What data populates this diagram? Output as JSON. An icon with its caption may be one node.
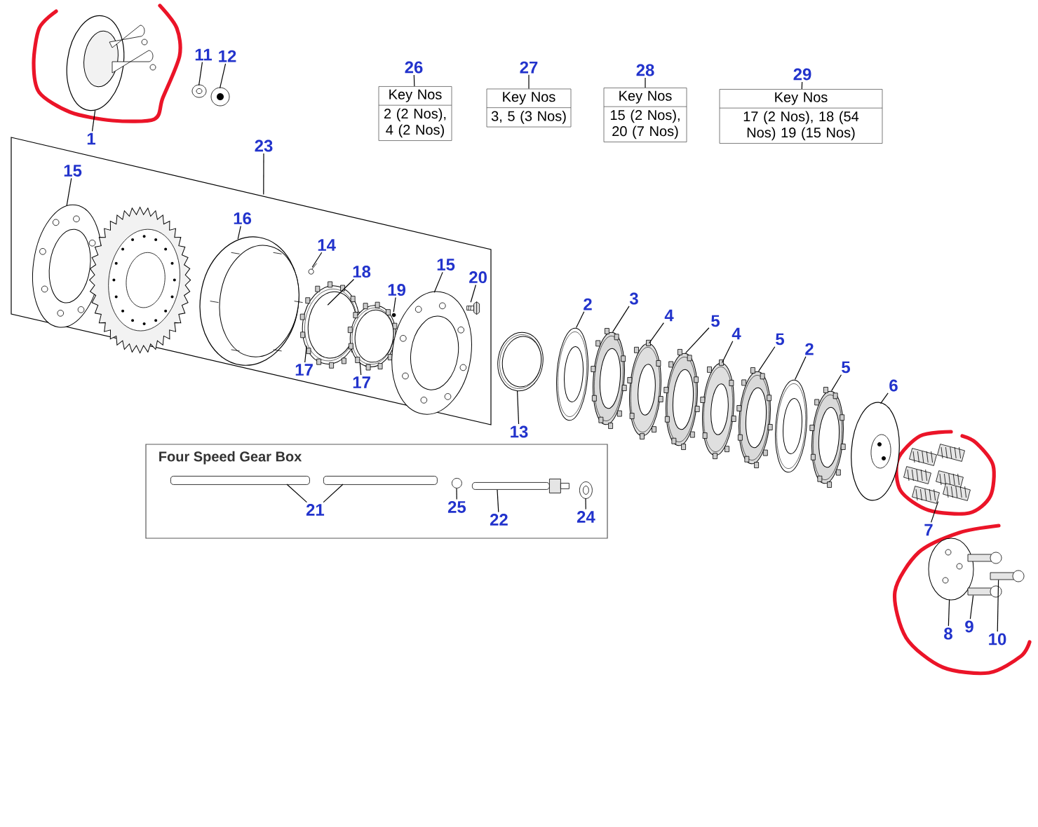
{
  "diagram": {
    "nodes": [
      {
        "text": [
          "1"
        ]
      },
      {
        "text": [
          "11"
        ]
      },
      {
        "text": [
          "12"
        ]
      },
      {
        "text": [
          "26"
        ]
      },
      {
        "text": [
          "Key Nos",
          "2 (2 Nos), 4 (2 Nos)"
        ]
      },
      {
        "text": [
          "27"
        ]
      },
      {
        "text": [
          "Key Nos",
          "3, 5 (3 Nos)"
        ]
      },
      {
        "text": [
          "28"
        ]
      },
      {
        "text": [
          "Key Nos",
          "15 (2 Nos), 20 (7 Nos)"
        ]
      },
      {
        "text": [
          "29"
        ]
      },
      {
        "text": [
          "Key Nos",
          "17 (2 Nos), 18 (54 Nos) 19 (15 Nos)"
        ]
      },
      {
        "text": [
          "23"
        ]
      },
      {
        "text": [],
        "shape": "box"
      },
      {
        "text": [
          "15"
        ],
        "in": 12
      },
      {
        "text": [
          "16"
        ],
        "in": 12
      },
      {
        "text": [
          "14"
        ],
        "in": 12
      },
      {
        "text": [
          "18"
        ],
        "in": 12
      },
      {
        "text": [
          "19"
        ],
        "in": 12
      },
      {
        "text": [
          "15"
        ],
        "in": 12
      },
      {
        "text": [
          "20"
        ],
        "in": 12
      },
      {
        "text": [
          "17"
        ],
        "in": 12
      },
      {
        "text": [
          "17"
        ],
        "in": 12
      },
      {
        "text": [
          "13"
        ]
      },
      {
        "text": [
          "2"
        ]
      },
      {
        "text": [
          "3"
        ]
      },
      {
        "text": [
          "4"
        ]
      },
      {
        "text": [
          "5"
        ]
      },
      {
        "text": [
          "4"
        ]
      },
      {
        "text": [
          "5"
        ]
      },
      {
        "text": [
          "2"
        ]
      },
      {
        "text": [
          "5"
        ]
      },
      {
        "text": [
          "6"
        ]
      },
      {
        "text": [
          "7"
        ]
      },
      {
        "text": [
          "8"
        ]
      },
      {
        "text": [
          "9"
        ]
      },
      {
        "text": [
          "10"
        ]
      },
      {
        "text": [
          "Four Speed Gear Box"
        ]
      },
      {
        "text": [
          "21"
        ],
        "in": 36
      },
      {
        "text": [
          "25"
        ],
        "in": 36
      },
      {
        "text": [
          "22"
        ],
        "in": 36
      },
      {
        "text": [
          "24"
        ],
        "in": 36
      },
      {
        "text": [],
        "shape": "picture"
      },
      {
        "text": [],
        "shape": "picture"
      },
      {
        "text": [],
        "shape": "picture"
      },
      {
        "text": [],
        "shape": "picture",
        "in": 12
      },
      {
        "text": [],
        "shape": "picture",
        "in": 12
      },
      {
        "text": [],
        "shape": "picture",
        "in": 12
      },
      {
        "text": [],
        "shape": "picture",
        "in": 12
      },
      {
        "text": [],
        "shape": "picture",
        "in": 12
      },
      {
        "text": [],
        "shape": "picture",
        "in": 12
      },
      {
        "text": [],
        "shape": "picture",
        "in": 12
      },
      {
        "text": [],
        "shape": "picture",
        "in": 12
      },
      {
        "text": [],
        "shape": "picture",
        "in": 12
      },
      {
        "text": [],
        "shape": "picture"
      },
      {
        "text": [],
        "shape": "picture"
      },
      {
        "text": [],
        "shape": "picture"
      },
      {
        "text": [],
        "shape": "picture"
      },
      {
        "text": [],
        "shape": "picture"
      },
      {
        "text": [],
        "shape": "picture"
      },
      {
        "text": [],
        "shape": "picture"
      },
      {
        "text": [],
        "shape": "picture"
      },
      {
        "text": [],
        "shape": "picture"
      },
      {
        "text": [],
        "shape": "picture"
      },
      {
        "text": [],
        "shape": "picture"
      },
      {
        "text": [],
        "shape": "picture"
      },
      {
        "text": [],
        "shape": "picture"
      },
      {
        "text": [],
        "shape": "bar",
        "in": 36
      },
      {
        "text": [],
        "shape": "bar",
        "in": 36
      },
      {
        "text": [],
        "shape": "circle",
        "in": 36
      },
      {
        "text": [],
        "shape": "picture",
        "in": 36
      },
      {
        "text": [],
        "shape": "picture",
        "in": 36
      }
    ],
    "edges": [
      {
        "from": 0,
        "to": 41,
        "arrow": "none"
      },
      {
        "from": 1,
        "to": 42,
        "arrow": "none"
      },
      {
        "from": 2,
        "to": 43,
        "arrow": "none"
      },
      {
        "from": 3,
        "to": 4,
        "arrow": "none"
      },
      {
        "from": 5,
        "to": 6,
        "arrow": "none"
      },
      {
        "from": 7,
        "to": 8,
        "arrow": "none"
      },
      {
        "from": 9,
        "to": 10,
        "arrow": "none"
      },
      {
        "from": 11,
        "to": 12,
        "arrow": "none"
      },
      {
        "from": 13,
        "to": 44,
        "arrow": "none"
      },
      {
        "from": 14,
        "to": 46,
        "arrow": "none"
      },
      {
        "from": 15,
        "to": 47,
        "arrow": "none"
      },
      {
        "from": 16,
        "to": 48,
        "arrow": "none"
      },
      {
        "from": 17,
        "to": 50,
        "arrow": "none"
      },
      {
        "from": 18,
        "to": 51,
        "arrow": "none"
      },
      {
        "from": 19,
        "to": 52,
        "arrow": "none"
      },
      {
        "from": 20,
        "to": 48,
        "arrow": "none"
      },
      {
        "from": 21,
        "to": 49,
        "arrow": "none"
      },
      {
        "from": 22,
        "to": 53,
        "arrow": "none"
      },
      {
        "from": 23,
        "to": 54,
        "arrow": "none"
      },
      {
        "from": 24,
        "to": 55,
        "arrow": "none"
      },
      {
        "from": 25,
        "to": 56,
        "arrow": "none"
      },
      {
        "from": 26,
        "to": 57,
        "arrow": "none"
      },
      {
        "from": 27,
        "to": 58,
        "arrow": "none"
      },
      {
        "from": 28,
        "to": 59,
        "arrow": "none"
      },
      {
        "from": 29,
        "to": 60,
        "arrow": "none"
      },
      {
        "from": 30,
        "to": 61,
        "arrow": "none"
      },
      {
        "from": 31,
        "to": 62,
        "arrow": "none"
      },
      {
        "from": 32,
        "to": 63,
        "arrow": "none"
      },
      {
        "from": 33,
        "to": 64,
        "arrow": "none"
      },
      {
        "from": 34,
        "to": 65,
        "arrow": "none"
      },
      {
        "from": 35,
        "to": 65,
        "arrow": "none"
      },
      {
        "from": 37,
        "to": 66,
        "arrow": "none"
      },
      {
        "from": 37,
        "to": 67,
        "arrow": "none"
      },
      {
        "from": 38,
        "to": 68,
        "arrow": "none"
      },
      {
        "from": 39,
        "to": 69,
        "arrow": "none"
      },
      {
        "from": 40,
        "to": 70,
        "arrow": "none"
      }
    ]
  }
}
